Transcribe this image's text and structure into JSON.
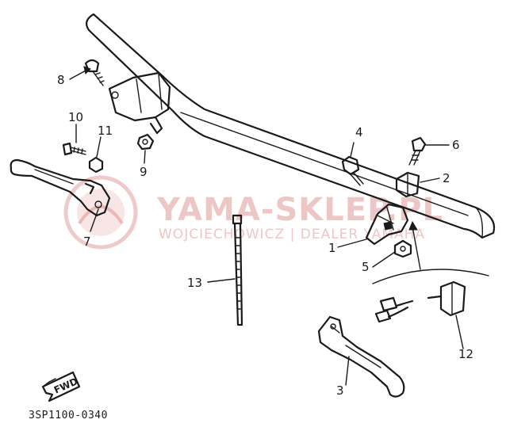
{
  "diagram": {
    "drawing_code": "3SP1100-0340",
    "forward_marker": "FWD",
    "watermark": {
      "line1": "YAMA-SKLEP.PL",
      "line2": "WOJCIECHOWICZ | DEALER YAMAHA"
    },
    "callouts": [
      {
        "id": "1",
        "label": "1"
      },
      {
        "id": "2",
        "label": "2"
      },
      {
        "id": "3",
        "label": "3"
      },
      {
        "id": "4",
        "label": "4"
      },
      {
        "id": "5",
        "label": "5"
      },
      {
        "id": "6",
        "label": "6"
      },
      {
        "id": "7",
        "label": "7"
      },
      {
        "id": "8",
        "label": "8"
      },
      {
        "id": "9",
        "label": "9"
      },
      {
        "id": "10",
        "label": "10"
      },
      {
        "id": "11",
        "label": "11"
      },
      {
        "id": "12",
        "label": "12"
      },
      {
        "id": "13",
        "label": "13"
      }
    ]
  }
}
